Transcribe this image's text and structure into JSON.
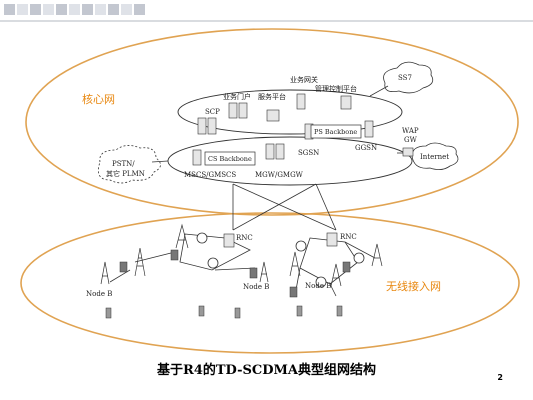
{
  "slide": {
    "caption": "基于R4的TD-SCDMA典型组网结构",
    "page_number": "2",
    "colors": {
      "ellipse_outline": "#e0a352",
      "zone_label": "#e8870f",
      "line": "#333333",
      "header_squares": [
        "#d8dbe2",
        "#b8bcc6"
      ]
    }
  },
  "diagram": {
    "zones": {
      "core": "核心网",
      "access": "无线接入网"
    },
    "core_nodes": {
      "scp": "SCP",
      "service_portal": "业务门户",
      "service_platform": "服务平台",
      "service_gateway": "业务网关",
      "mgmt_platform": "管理控制平台",
      "ss7": "SS7",
      "ps_backbone": "PS Backbone",
      "cs_backbone": "CS Backbone",
      "sgsn": "SGSN",
      "ggsn": "GGSN",
      "msc": "MSCS/GMSCS",
      "mgw": "MGW/GMGW",
      "wap": "WAP",
      "gw": "GW",
      "internet": "Internet",
      "pstn": "PSTN/",
      "plmn": "其它 PLMN"
    },
    "access_nodes": {
      "rnc_left": "RNC",
      "rnc_right": "RNC",
      "node_b_left": "Node B",
      "node_b_mid": "Node B",
      "node_b_right": "Node B"
    }
  }
}
